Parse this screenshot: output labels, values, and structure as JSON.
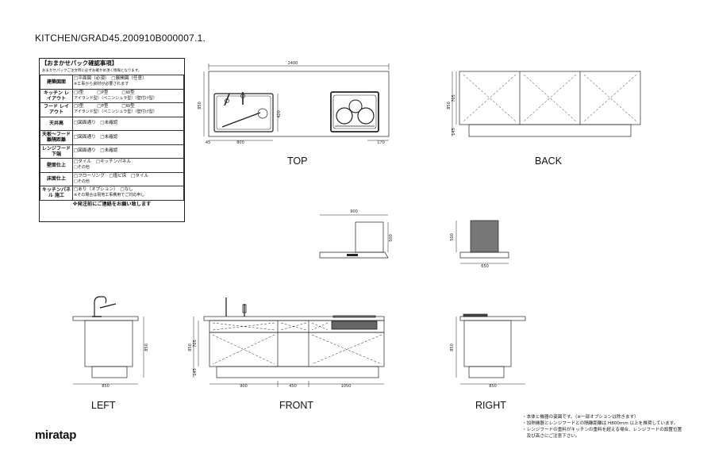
{
  "title": "KITCHEN/GRAD45.200910B000007.1.",
  "logo": "miratap",
  "views": {
    "top": "TOP",
    "back": "BACK",
    "left": "LEFT",
    "front": "FRONT",
    "right": "RIGHT"
  },
  "checklist": {
    "heading": "【おまかせパック確認事項】",
    "subheading": "おまかせパックご注文時に必ずお確かめ頂く情報となります。",
    "rows": [
      {
        "label": "建築図面",
        "options": "□平面図（必須）　□展開図（任意）",
        "note": "※工事から資材が必要されます"
      },
      {
        "label": "キッチン レイアウト",
        "options": "□I型　　　□P型　　　□W型",
        "note": "アイランド型）（ペニンシュラ型）（壁付け型）"
      },
      {
        "label": "フード レイアウト",
        "options": "□I型　　　□P型　　　□W型",
        "note": "アイランド型）（ペニンシュラ型）（壁付け型）"
      },
      {
        "label": "天井高",
        "options": "□図面通り　□未確認",
        "note": ""
      },
      {
        "label": "天板〜フード 離隔距離",
        "options": "□図面通り　□未確認",
        "note": ""
      },
      {
        "label": "レンジフード 下端",
        "options": "□図面通り　□未確認",
        "note": ""
      },
      {
        "label": "壁面仕上",
        "options": "□タイル　□キッチンパネル",
        "note": "□その他"
      },
      {
        "label": "床面仕上",
        "options": "□フローリング　□塩ビ床　□タイル",
        "note": "□その他"
      },
      {
        "label": "キッチンパネル 施工",
        "options": "□あり（オプション）　□なし",
        "note": "※その場合は現地工事費用でご対応申し"
      }
    ],
    "footer": "※発注前にご連絡をお願い致します"
  },
  "dimensions": {
    "top_width": "2400",
    "top_depth": "850",
    "top_sink_depth": "420",
    "top_sink_width": "800",
    "top_left_offset": "45",
    "top_right_offset": "170",
    "back_height": "705",
    "back_base": "145",
    "back_total": "850",
    "hood_front_width": "900",
    "hood_front_height": "500",
    "hood_side_width": "650",
    "hood_side_height": "500",
    "left_height": "850",
    "left_width": "850",
    "front_height": "850",
    "front_body": "705",
    "front_base": "145",
    "front_w1": "900",
    "front_w2": "450",
    "front_w3": "1050",
    "right_height": "850",
    "right_width": "850"
  },
  "notes": [
    "・本体と機器の姿図です。（※一部オプションは除きます）",
    "・加熱機器とレンジフードとの隔離距離は H800mm 以上を推奨しています。",
    "・レンジフードの重料がキッチンの重料を超える場合、レンジフードの設置位置",
    "　及び高さにご注意下さい。"
  ]
}
